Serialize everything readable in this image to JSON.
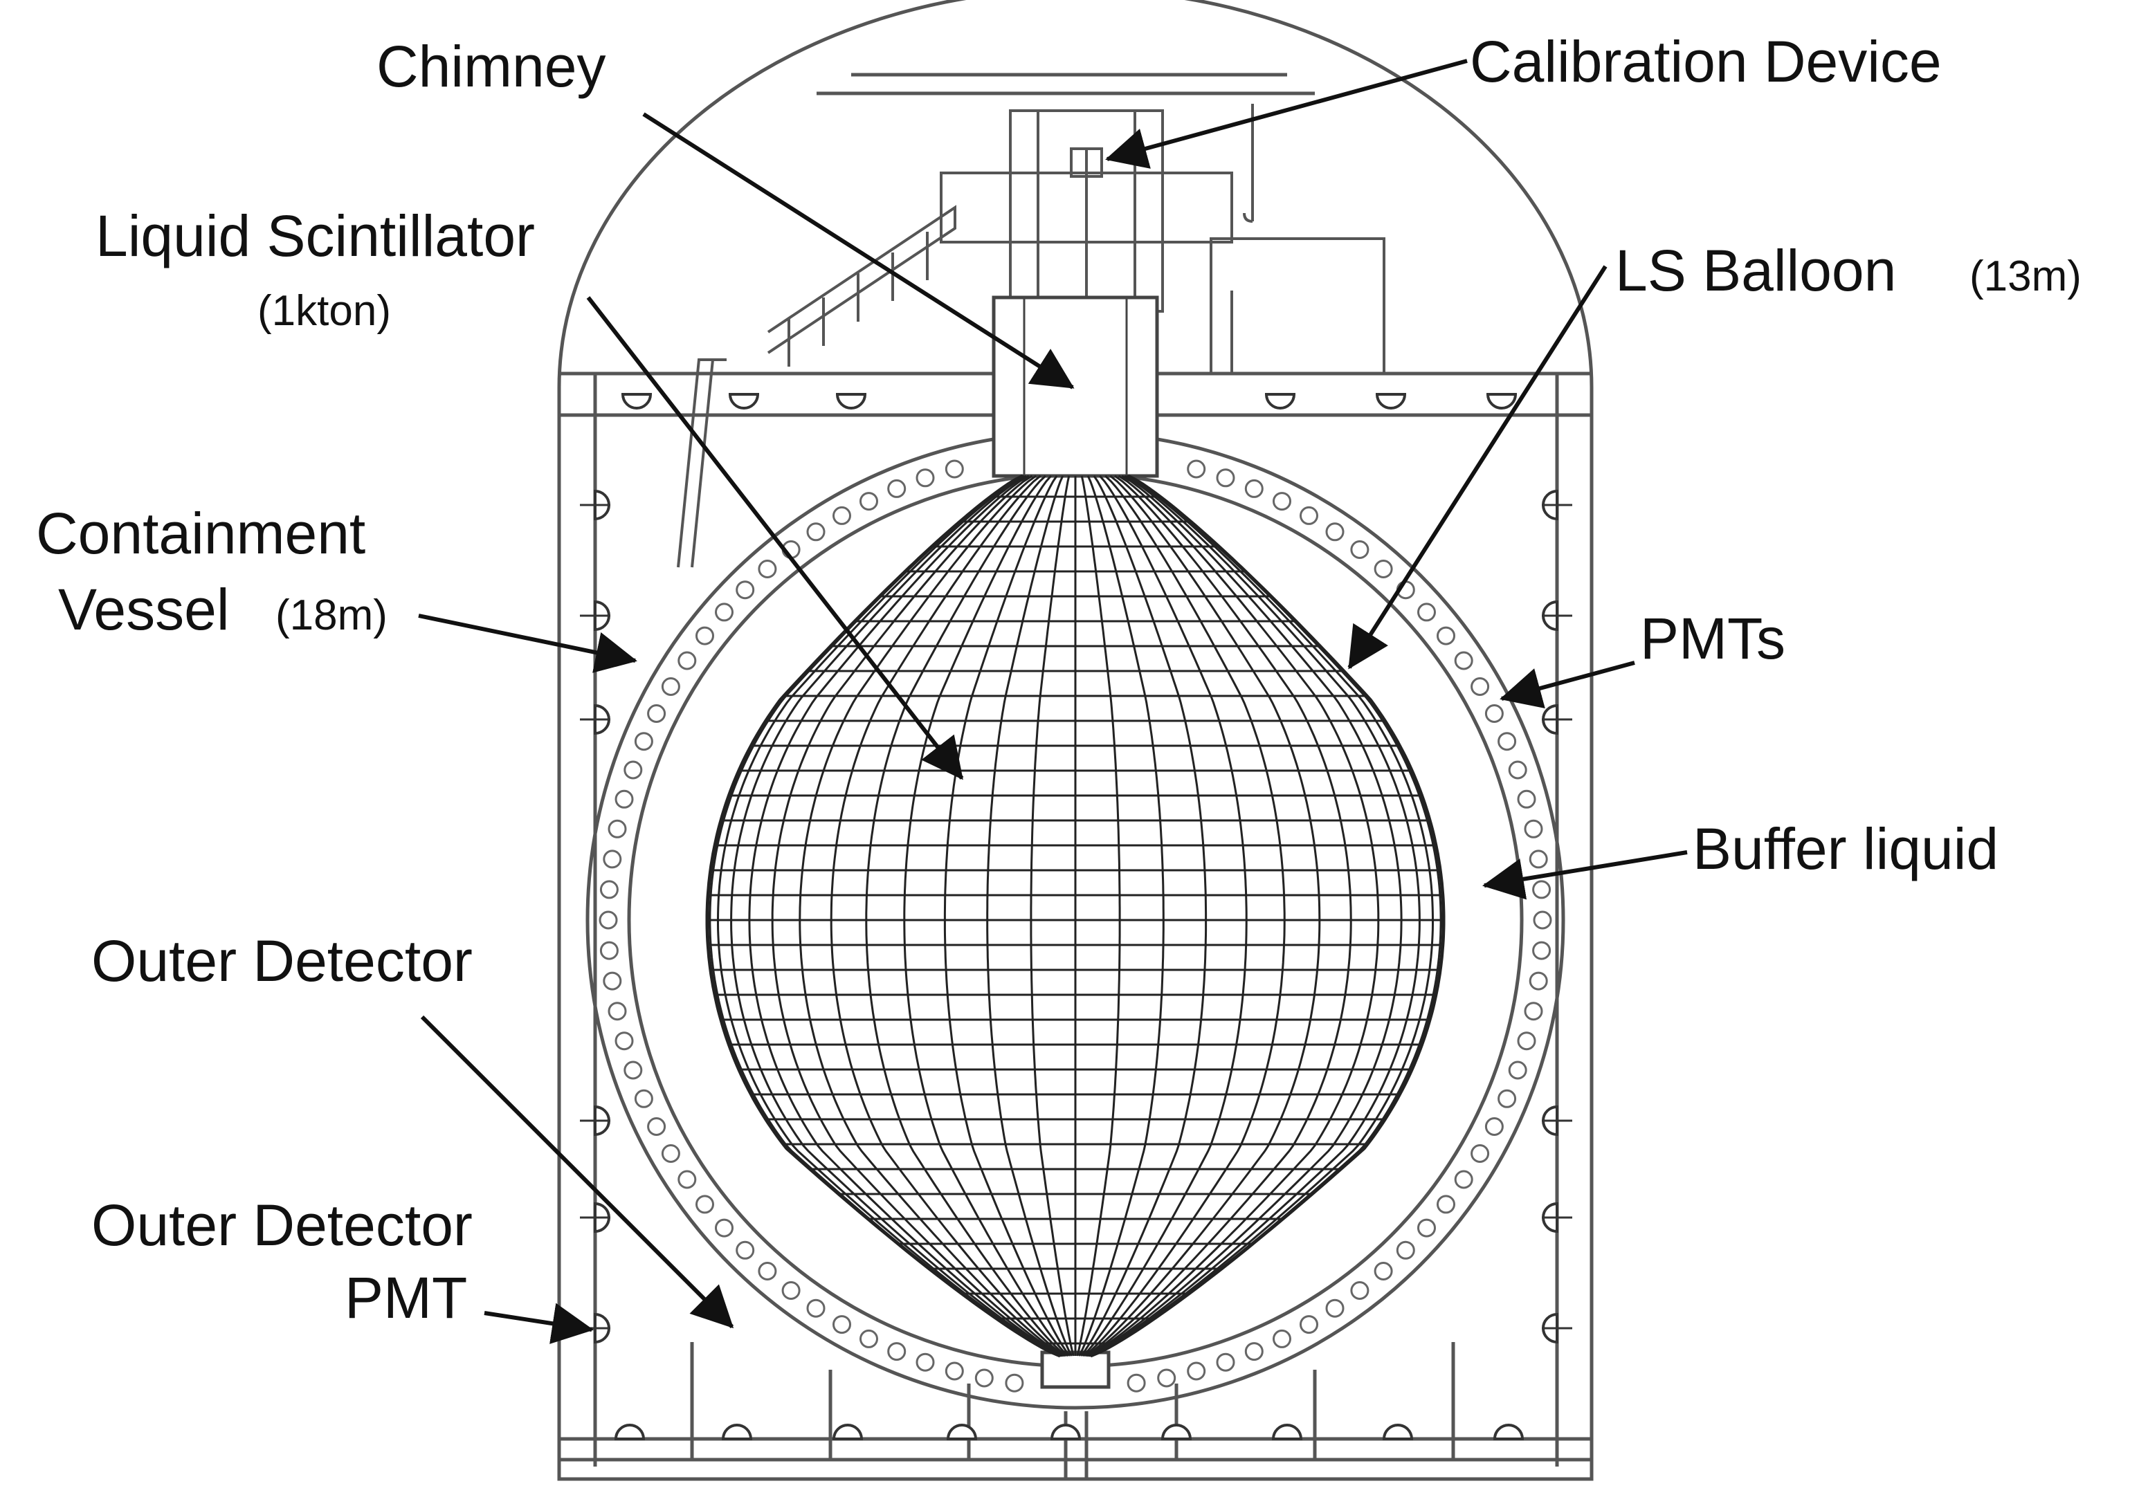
{
  "labels": {
    "chimney": "Chimney",
    "calibration_device": "Calibration Device",
    "liquid_scintillator": "Liquid Scintillator",
    "liquid_scintillator_mass": "(1kton)",
    "ls_balloon": "LS Balloon",
    "ls_balloon_size": "(13m)",
    "containment_vessel_line1": "Containment",
    "containment_vessel_line2": "Vessel",
    "containment_vessel_size": "(18m)",
    "pmts": "PMTs",
    "buffer_liquid": "Buffer liquid",
    "outer_detector": "Outer Detector",
    "outer_detector_pmt_line1": "Outer Detector",
    "outer_detector_pmt_line2": "PMT"
  },
  "colors": {
    "background": "#ffffff",
    "ink": "#111111",
    "structure": "#555555",
    "wire": "#222222"
  }
}
